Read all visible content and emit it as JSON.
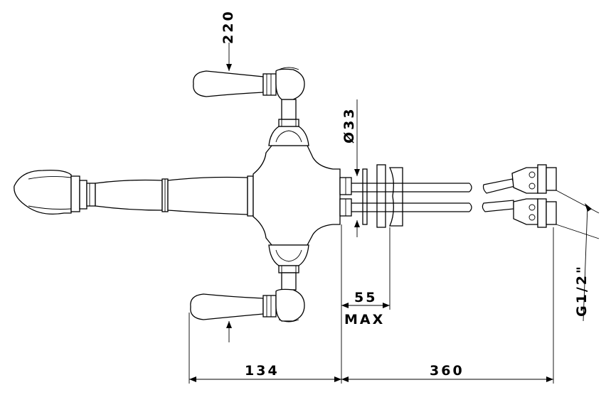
{
  "dimensions": {
    "handle_height": "220",
    "spout_diameter": "Ø33",
    "panel_thickness": "55",
    "panel_thickness_note": "MAX",
    "spout_length": "134",
    "hose_length": "360",
    "connection_thread": "G1/2\""
  },
  "colors": {
    "line": "#000000",
    "background": "#ffffff"
  }
}
